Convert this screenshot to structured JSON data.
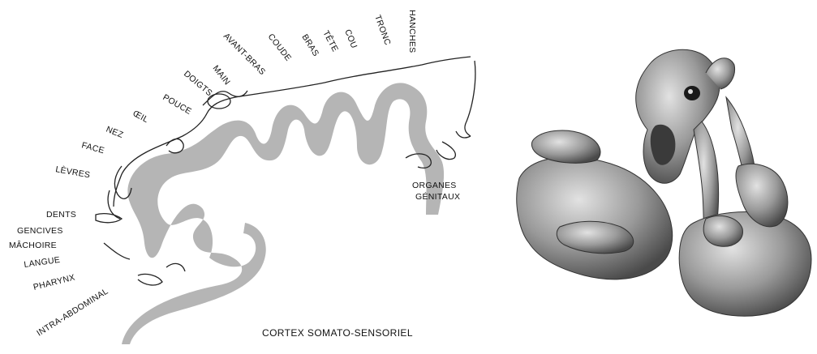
{
  "diagram": {
    "labels": {
      "hanches": "HANCHES",
      "tronc": "TRONC",
      "cou": "COU",
      "tete": "TÊTE",
      "bras": "BRAS",
      "coude": "COUDE",
      "avant_bras": "AVANT-BRAS",
      "main": "MAIN",
      "doigts": "DOIGTS",
      "pouce": "POUCE",
      "oeil": "ŒIL",
      "nez": "NEZ",
      "face": "FACE",
      "levres": "LÈVRES",
      "dents": "DENTS",
      "gencives": "GENCIVES",
      "machoire": "MÂCHOIRE",
      "langue": "LANGUE",
      "pharynx": "PHARYNX",
      "intra_abdominal": "INTRA-ABDOMINAL",
      "organes": "ORGANES",
      "genitaux": "GÉNITAUX"
    },
    "caption": "CORTEX SOMATO-SENSORIEL",
    "colors": {
      "cortex": "#b5b5b5",
      "sketch": "#222222",
      "figure": "#8a8a8a"
    }
  },
  "homunculus": {
    "icon": "sensory-homunculus-figure"
  }
}
